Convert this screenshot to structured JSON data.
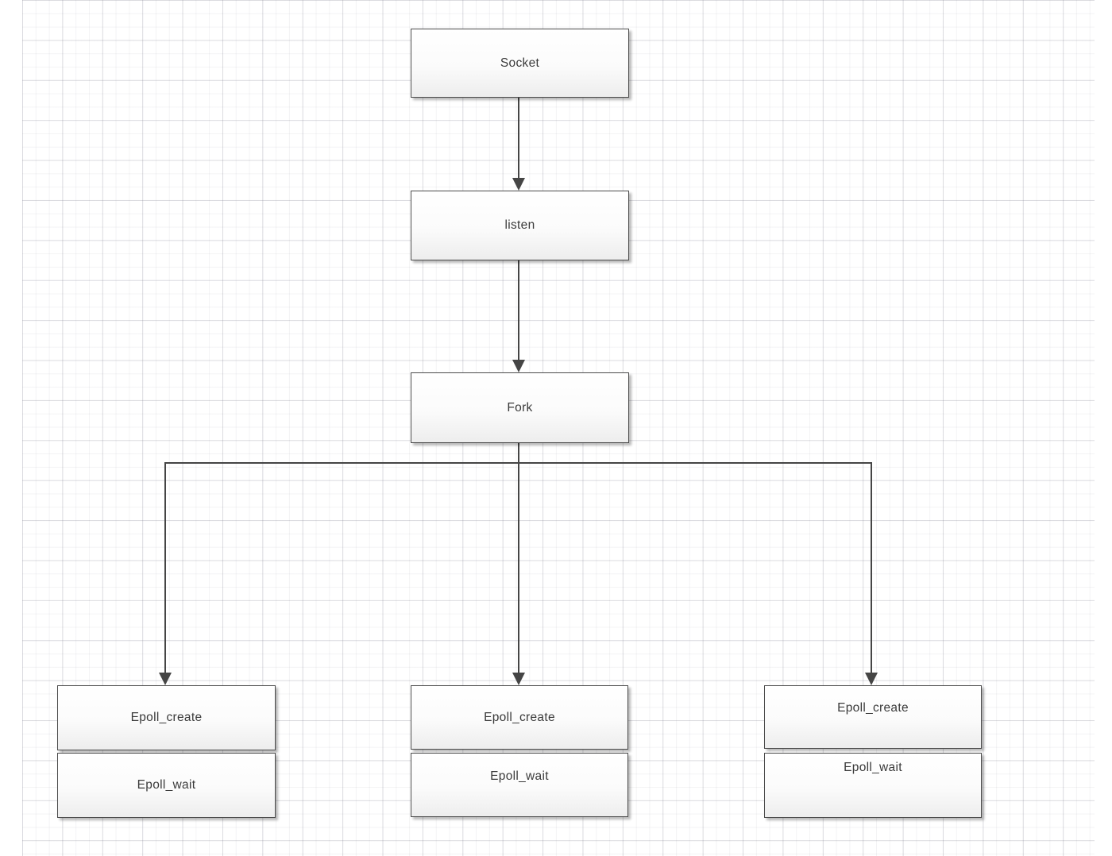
{
  "diagram": {
    "nodes": [
      {
        "id": "socket",
        "label": "Socket"
      },
      {
        "id": "listen",
        "label": "listen"
      },
      {
        "id": "fork",
        "label": "Fork"
      },
      {
        "id": "epoll-create-left",
        "label": "Epoll_create"
      },
      {
        "id": "epoll-wait-left",
        "label": "Epoll_wait"
      },
      {
        "id": "epoll-create-middle",
        "label": "Epoll_create"
      },
      {
        "id": "epoll-wait-middle",
        "label": "Epoll_wait"
      },
      {
        "id": "epoll-create-right",
        "label": "Epoll_create"
      },
      {
        "id": "epoll-wait-right",
        "label": "Epoll_wait"
      }
    ],
    "edges": [
      {
        "from": "socket",
        "to": "listen",
        "arrow": true
      },
      {
        "from": "listen",
        "to": "fork",
        "arrow": true
      },
      {
        "from": "fork",
        "to": "epoll-create-left",
        "arrow": true
      },
      {
        "from": "fork",
        "to": "epoll-create-middle",
        "arrow": true
      },
      {
        "from": "fork",
        "to": "epoll-create-right",
        "arrow": true
      }
    ],
    "colors": {
      "connector": "#454545",
      "node_border": "#4c4c4c",
      "node_fill_top": "#ffffff",
      "node_fill_bottom": "#ededed",
      "text": "#3a3a3a",
      "grid_minor": "#f0f0f2",
      "grid_major": "#e1e1e6",
      "page_background": "#ffffff"
    }
  }
}
